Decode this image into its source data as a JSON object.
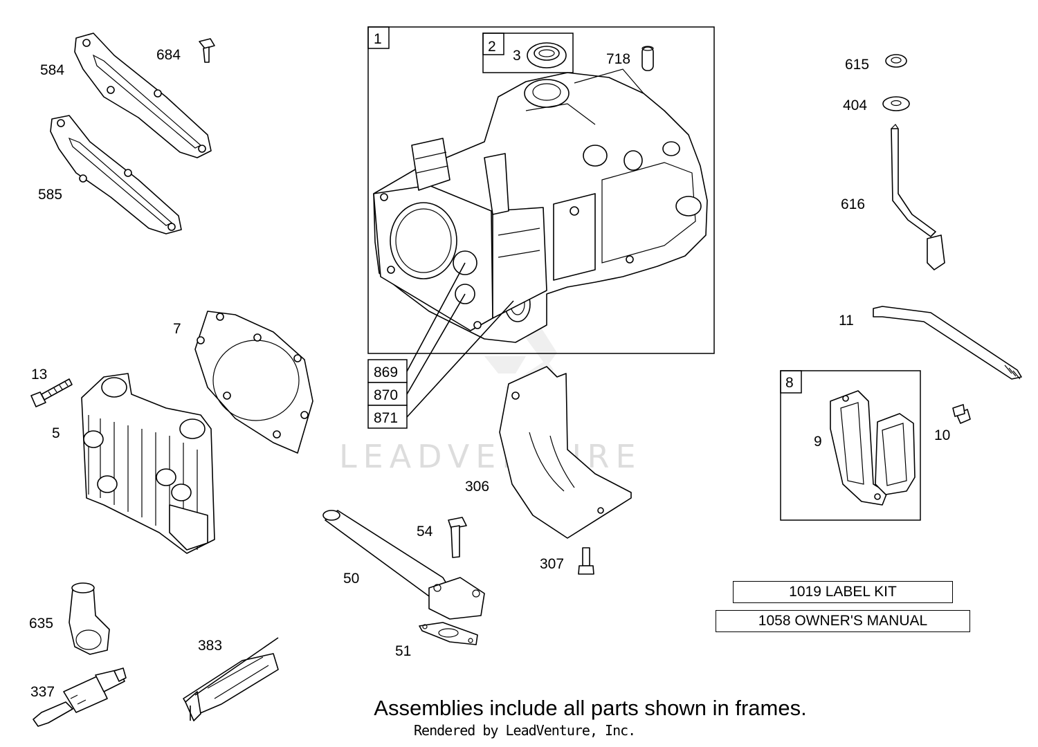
{
  "parts": {
    "p1": "1",
    "p2": "2",
    "p3": "3",
    "p718": "718",
    "p584": "584",
    "p684": "684",
    "p585": "585",
    "p615": "615",
    "p404": "404",
    "p616": "616",
    "p11": "11",
    "p7": "7",
    "p13": "13",
    "p5": "5",
    "p869": "869",
    "p870": "870",
    "p871": "871",
    "p8": "8",
    "p9": "9",
    "p10": "10",
    "p306": "306",
    "p307": "307",
    "p54": "54",
    "p50": "50",
    "p51": "51",
    "p635": "635",
    "p337": "337",
    "p383": "383"
  },
  "kits": {
    "label_kit": "1019 LABEL KIT",
    "owners_manual": "1058 OWNER'S MANUAL"
  },
  "watermark": "LEADVENTURE",
  "footer": {
    "note": "Assemblies include all parts shown in frames.",
    "credit": "Rendered by LeadVenture, Inc."
  }
}
